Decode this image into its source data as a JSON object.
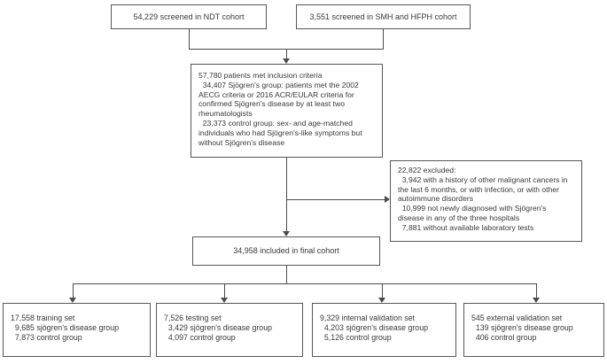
{
  "colors": {
    "border": "#57575a",
    "line": "#4b4b4e",
    "text": "#39393c",
    "background": "#ffffff"
  },
  "top_row": {
    "ndt_box": "54,229 screened in NDT cohort",
    "smh_box": "3,551 screened in SMH and HFPH cohort"
  },
  "inclusion_box": {
    "items": [
      "57,780 patients met inclusion criteria",
      "  34,407 Sjögren's group: patients met the 2002 AECG criteria or 2016 ACR/EULAR criteria for confirmed Sjögren's disease by at least two rheumatologists",
      "  23,373 control group: sex- and age-matched individuals who had Sjögren's-like symptoms but without Sjögren's disease"
    ]
  },
  "excluded_box": {
    "items": [
      "22,822 excluded:",
      "  3,942 with a history of other malignant cancers in the last 6 months, or with infection, or with other autoimmune disorders",
      "  10,999 not newly diagnosed with Sjögren's disease in any of the three hospitals",
      "  7,881 without available laboratory tests"
    ]
  },
  "final_box": "34,958 included in final cohort",
  "split_boxes": [
    {
      "lines": [
        "17,558 training set",
        "  9,685 sjögren's disease group",
        "  7,873 control group"
      ]
    },
    {
      "lines": [
        "7,526 testing set",
        "  3,429 sjögren's disease group",
        "  4,097 control group"
      ]
    },
    {
      "lines": [
        "9,329 internal validation set",
        "  4,203 sjögren's disease group",
        "  5,126 control group"
      ]
    },
    {
      "lines": [
        "545 external validation set",
        "  139 sjögren's disease group",
        "  406 control group"
      ]
    }
  ]
}
